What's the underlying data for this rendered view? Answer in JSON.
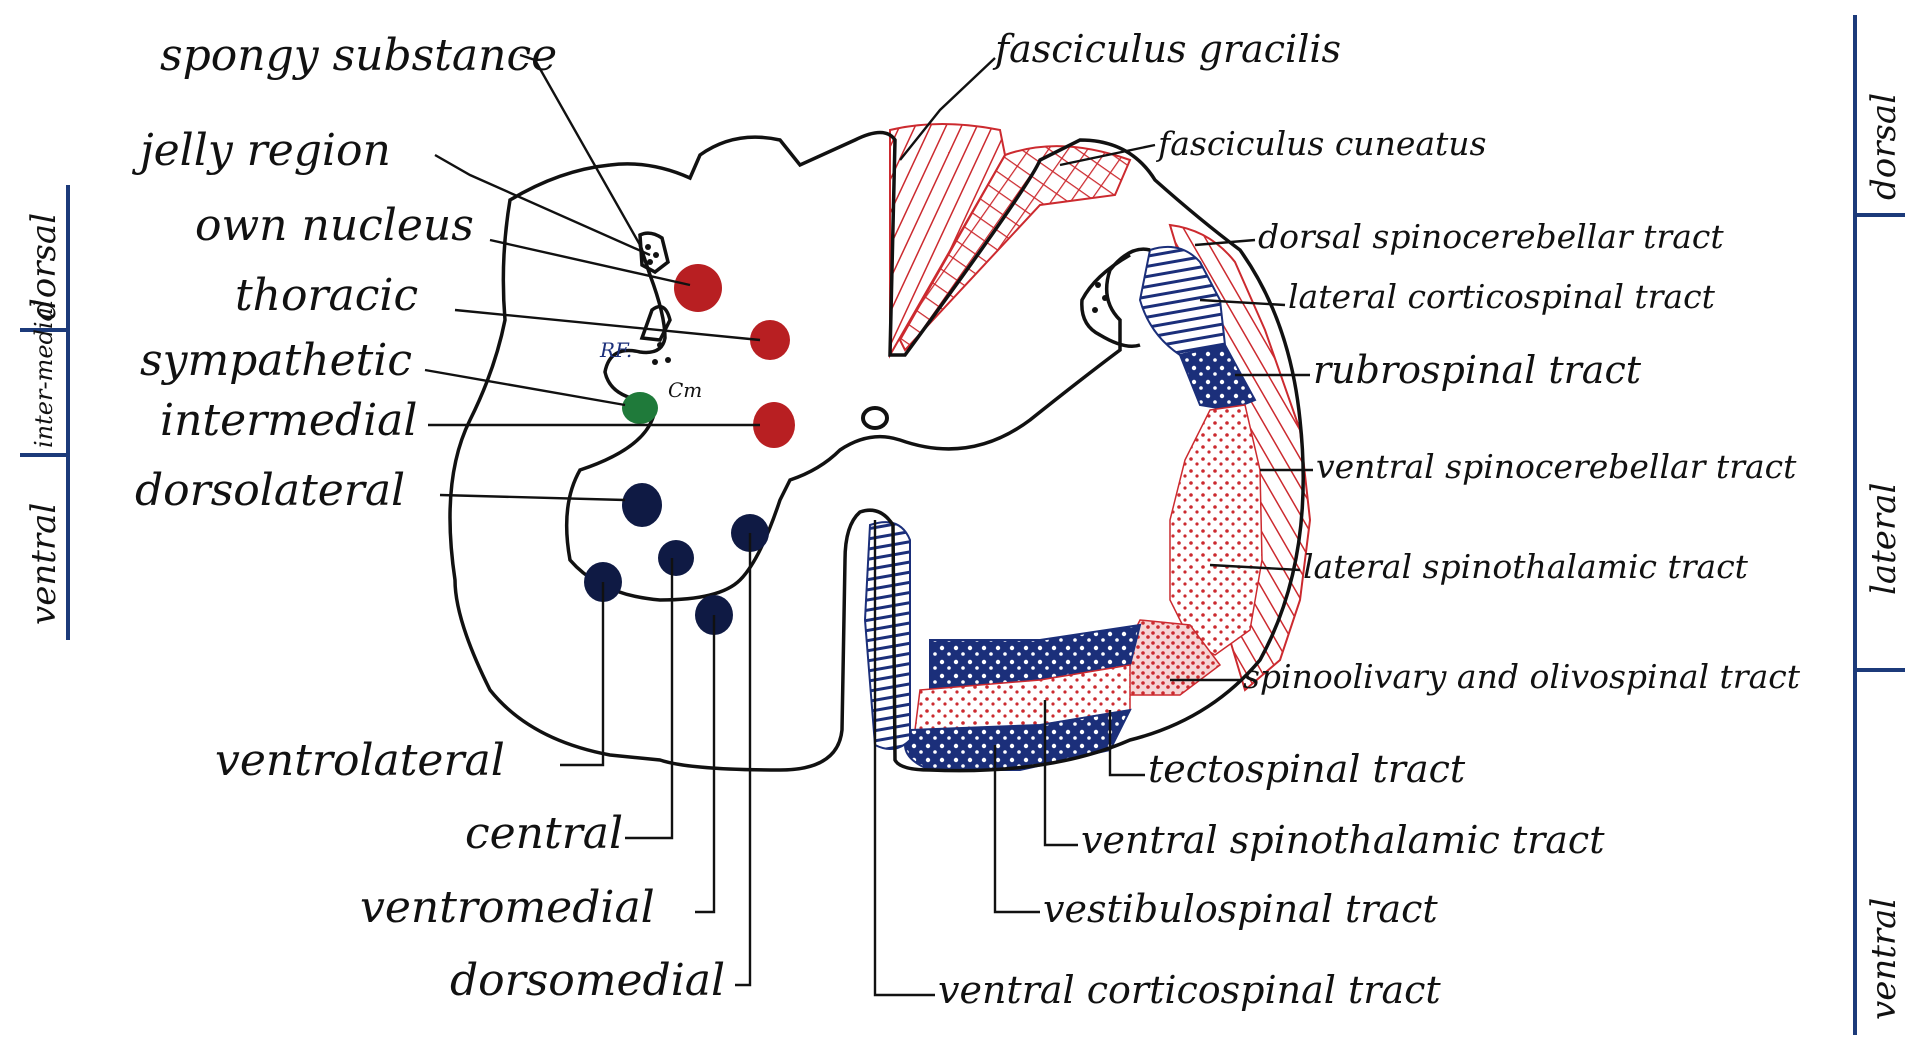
{
  "labels_left": {
    "spongy_substance": "spongy substance",
    "jelly_region": "jelly region",
    "own_nucleus": "own nucleus",
    "thoracic": "thoracic",
    "sympathetic": "sympathetic",
    "intermedial": "intermedial",
    "dorsolateral": "dorsolateral",
    "ventrolateral": "ventrolateral",
    "central": "central",
    "ventromedial": "ventromedial",
    "dorsomedial": "dorsomedial"
  },
  "labels_right": {
    "fasciculus_gracilis": "fasciculus gracilis",
    "fasciculus_cuneatus": "fasciculus cuneatus",
    "dorsal_spinocerebellar": "dorsal spinocerebellar tract",
    "lateral_corticospinal": "lateral corticospinal tract",
    "rubrospinal": "rubrospinal   tract",
    "ventral_spinocerebellar": "ventral spinocerebellar tract",
    "lateral_spinothalamic": "lateral spinothalamic tract",
    "spinoolivary": "spinoolivary and olivospinal tract",
    "tectospinal": "tectospinal tract",
    "ventral_spinothalamic": "ventral spinothalamic tract",
    "vestibulospinal": "vestibulospinal tract",
    "ventral_corticospinal": "ventral corticospinal tract"
  },
  "small_marks": {
    "rf": "RF.",
    "cm": "Cm"
  },
  "side_scale_left": {
    "dorsal": "dorsal",
    "intermedial": "inter-medial",
    "ventral": "ventral"
  },
  "side_scale_right": {
    "dorsal": "dorsal",
    "lateral": "lateral",
    "ventral": "ventral"
  },
  "colors": {
    "red": "#cc2a2f",
    "blue": "#1b2f7a",
    "green": "#1f7a3a",
    "ink": "#111111"
  }
}
